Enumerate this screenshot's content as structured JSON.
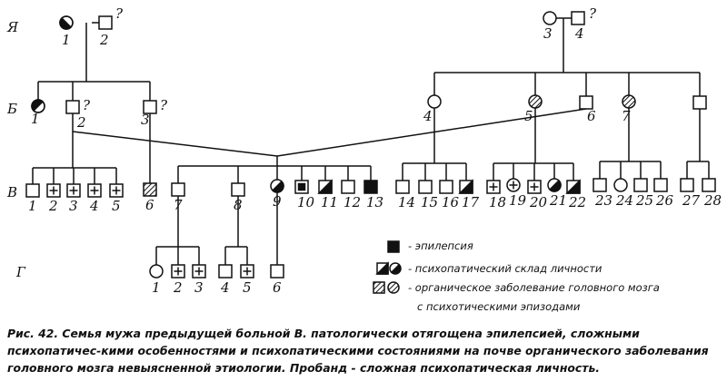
{
  "generations": [
    "Я",
    "Б",
    "В",
    "Г"
  ],
  "gen_I": {
    "labels": [
      "1",
      "2",
      "3",
      "4"
    ],
    "unknown_mark": "?"
  },
  "gen_II": {
    "labels": [
      "1",
      "2",
      "3",
      "4",
      "5",
      "6",
      "7"
    ]
  },
  "gen_III": {
    "labels": [
      "1",
      "2",
      "3",
      "4",
      "5",
      "6",
      "7",
      "8",
      "9",
      "10",
      "11",
      "12",
      "13",
      "14",
      "15",
      "16",
      "17",
      "18",
      "19",
      "20",
      "21",
      "22",
      "23",
      "24",
      "25",
      "26",
      "27",
      "28"
    ]
  },
  "gen_IV": {
    "labels": [
      "1",
      "2",
      "3",
      "4",
      "5",
      "6"
    ]
  },
  "legend": [
    {
      "symbol": "filled",
      "text": "- эпилепсия"
    },
    {
      "symbol": "half",
      "text": "- психопатический склад личности"
    },
    {
      "symbol": "hatched",
      "text": "- органическое заболевание головного мозга"
    },
    {
      "symbol": "none",
      "text": "с психотическими эпизодами"
    }
  ],
  "caption": "Рис. 42.  Семья мужа предыдущей больной В. патологически отягощена эпилепсией, сложными психопатичес-кими особенностями и психопатическими состояниями на почве органического заболевания головного мозга невыясненной этиологии. Пробанд - сложная психопатическая личность.",
  "colors": {
    "ink": "#111111",
    "background": "#ffffff"
  }
}
